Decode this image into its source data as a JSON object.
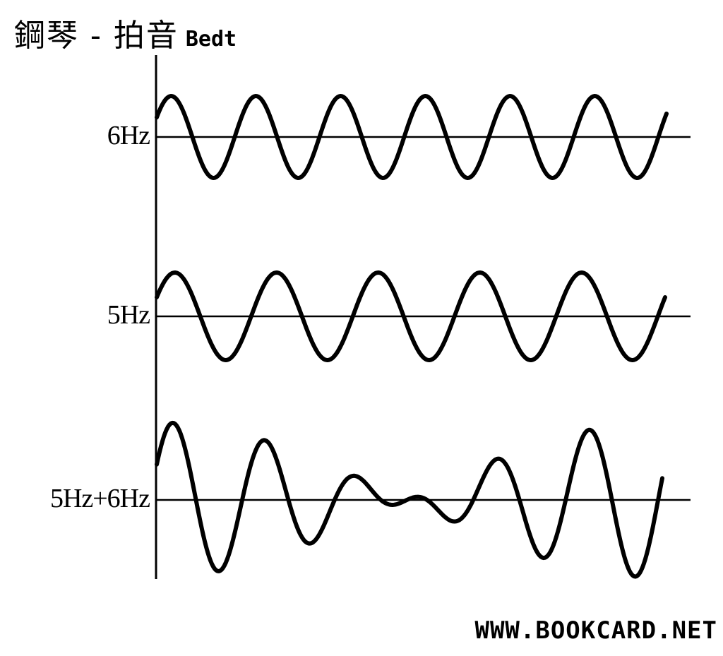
{
  "title": {
    "chinese": "鋼琴 - 拍音",
    "english": "Bedt"
  },
  "rows": [
    {
      "label": "6Hz",
      "frequency_hz": 6,
      "baseline_y": 194,
      "amplitude": 58
    },
    {
      "label": "5Hz",
      "frequency_hz": 5,
      "baseline_y": 448,
      "amplitude": 62
    },
    {
      "label": "5Hz+6Hz",
      "frequency_hz": "5+6",
      "baseline_y": 708,
      "amplitude": 55
    }
  ],
  "footer": {
    "watermark": "WWW.BOOKCARD.NET"
  },
  "colors": {
    "ink": "#000000",
    "background": "#ffffff"
  },
  "chart_data": {
    "type": "line",
    "title": "鋼琴 - 拍音 Bedt",
    "xlabel": "",
    "ylabel": "",
    "grid": false,
    "series": [
      {
        "name": "6Hz",
        "cycles_shown": 6,
        "description": "pure sine, constant amplitude"
      },
      {
        "name": "5Hz",
        "cycles_shown": 5,
        "description": "pure sine, constant amplitude"
      },
      {
        "name": "5Hz+6Hz",
        "cycles_shown": "sum",
        "description": "superposition showing beat: large amplitude at ends, near-cancellation in the middle (1 Hz beat)"
      }
    ]
  }
}
